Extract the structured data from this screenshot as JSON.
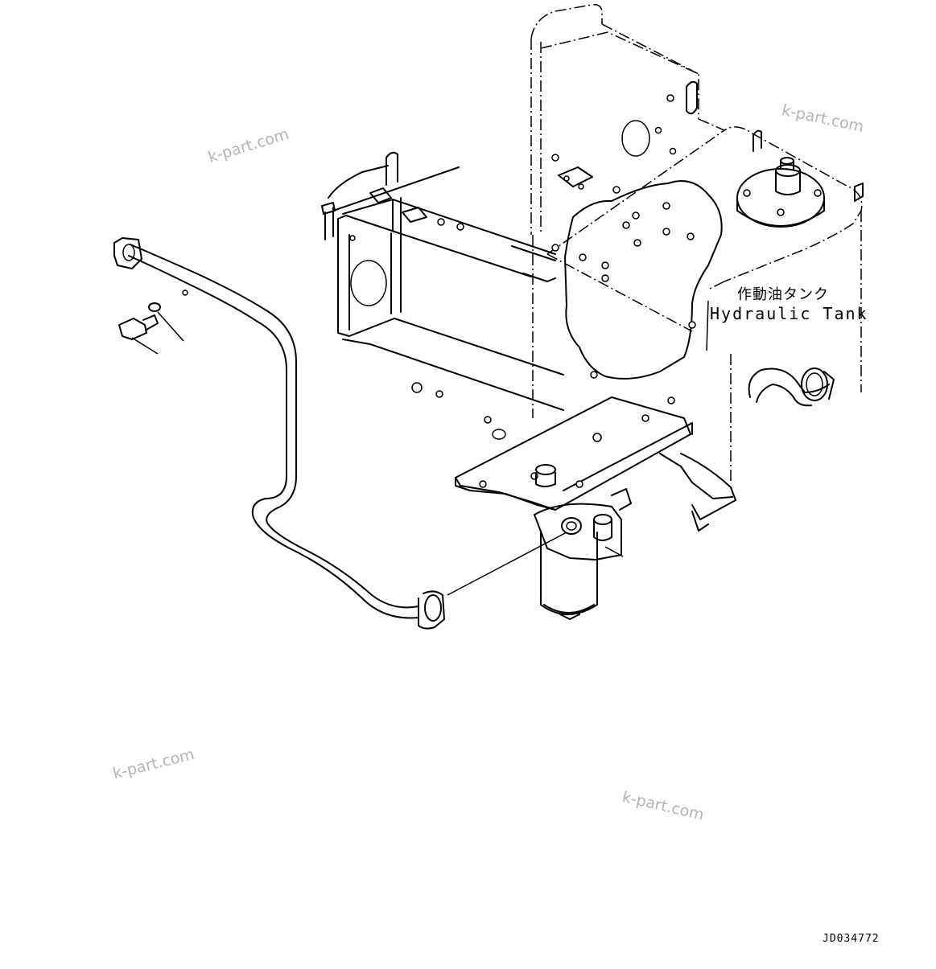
{
  "labels": {
    "tank_jp": "作動油タンク",
    "tank_en": "Hydraulic Tank",
    "drawing_number": "JD034772"
  },
  "watermarks": [
    "k-part.com",
    "k-part.com",
    "k-part.com",
    "k-part.com"
  ]
}
